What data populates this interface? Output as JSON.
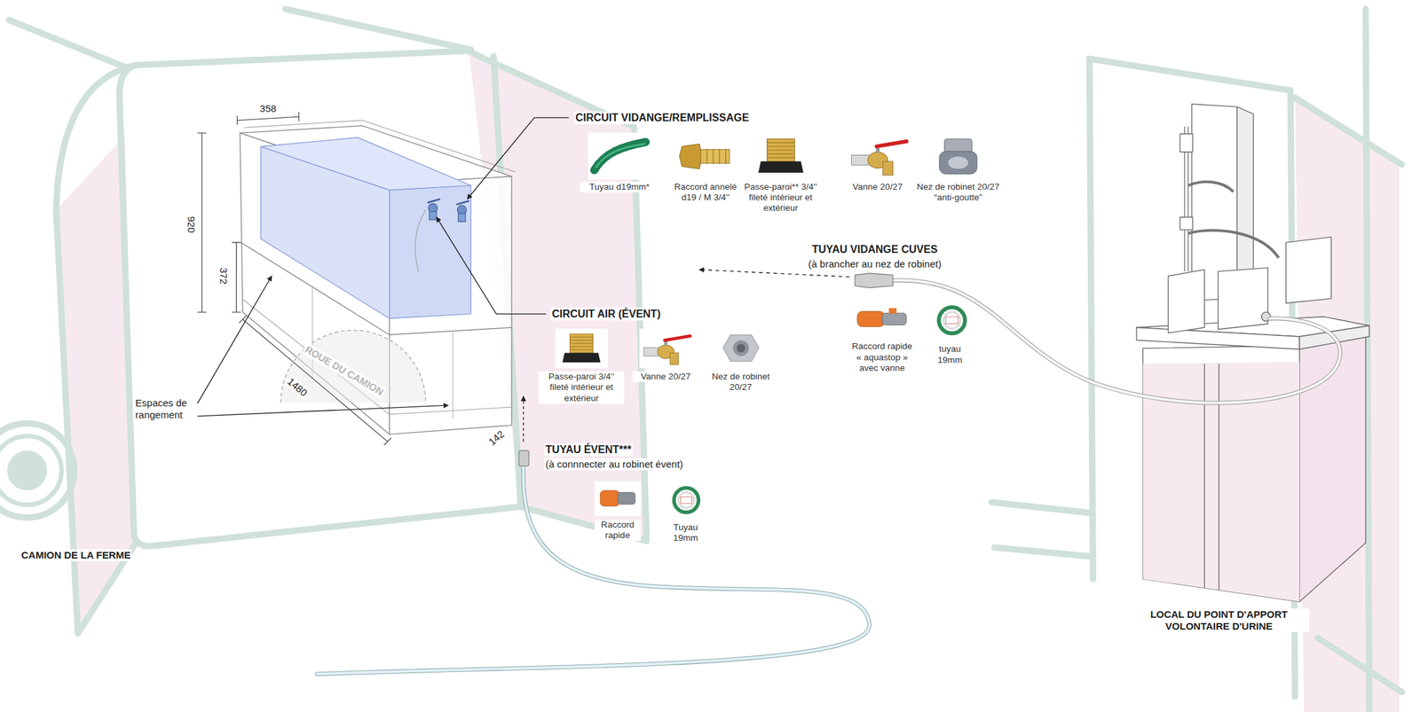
{
  "diagram": {
    "nodes": [
      {
        "text": [
          "Tuyau d19mm*"
        ]
      },
      {
        "text": [
          "Raccord annelé d19 / M 3/4''"
        ]
      },
      {
        "text": [
          "Passe-paroi** 3/4'' fileté intérieur et extérieur"
        ]
      },
      {
        "text": [
          "Vanne 20/27"
        ]
      },
      {
        "text": [
          "Nez de robinet 20/27 “anti-goutte”"
        ]
      },
      {
        "text": [
          "Raccord rapide « aquastop » avec vanne"
        ]
      },
      {
        "text": [
          "tuyau 19mm"
        ]
      },
      {
        "text": [
          "Passe-paroi 3/4'' fileté intérieur et extérieur"
        ]
      },
      {
        "text": [
          "Vanne 20/27"
        ]
      },
      {
        "text": [
          "Nez de robinet 20/27"
        ]
      },
      {
        "text": [
          "Raccord rapide"
        ]
      },
      {
        "text": [
          "Tuyau 19mm"
        ]
      }
    ],
    "labels": [
      "CIRCUIT VIDANGE/REMPLISSAGE",
      "TUYAU VIDANGE CUVES",
      "(à brancher au nez de robinet)",
      "CIRCUIT AIR (ÉVENT)",
      "TUYAU ÉVENT***",
      "(à connnecter au robinet évent)",
      "358",
      "920",
      "372",
      "1480",
      "142",
      "ROUE DU CAMION",
      "Espaces de rangement",
      "CAMION DE LA FERME",
      "LOCAL DU POINT D'APPORT VOLONTAIRE D'URINE"
    ]
  }
}
